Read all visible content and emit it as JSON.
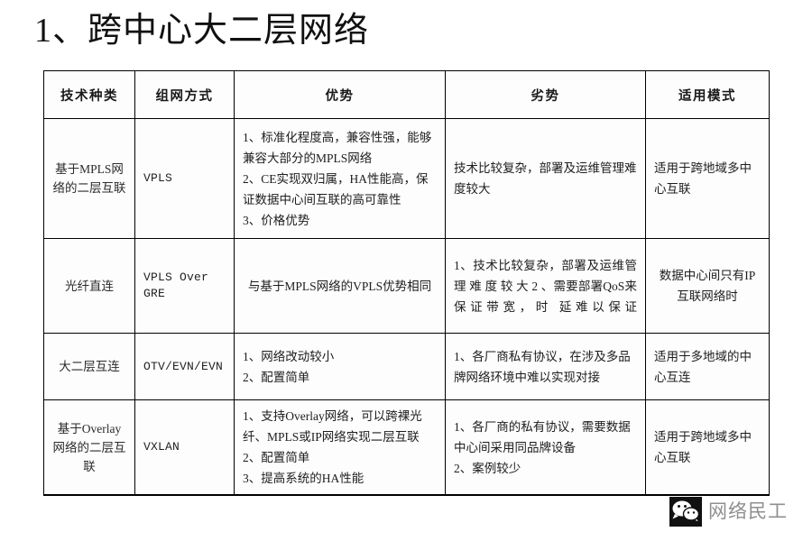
{
  "document": {
    "title": "1、跨中心大二层网络"
  },
  "table": {
    "headers": [
      "技术种类",
      "组网方式",
      "优势",
      "劣势",
      "适用模式"
    ],
    "rows": [
      {
        "kind": "基于MPLS网络的二层互联",
        "mode": "VPLS",
        "advantage": "1、标准化程度高，兼容性强，能够兼容大部分的MPLS网络\n2、CE实现双归属，HA性能高，保证数据中心间互联的高可靠性\n3、价格优势",
        "disadvantage": "技术比较复杂，部署及运维管理难度较大",
        "apply": "适用于跨地域多中心互联"
      },
      {
        "kind": "光纤直连",
        "mode": "VPLS Over GRE",
        "advantage": "与基于MPLS网络的VPLS优势相同",
        "disadvantage": "1、技术比较复杂，部署及运维管理 难 度 较 大  2 、需要部署QoS来保证带宽，时 延难以保证",
        "apply": "数据中心间只有IP互联网络时"
      },
      {
        "kind": "大二层互连",
        "mode": "OTV/EVN/EVN",
        "advantage": "1、网络改动较小\n2、配置简单",
        "disadvantage": "1、各厂商私有协议，在涉及多品牌网络环境中难以实现对接",
        "apply": "适用于多地域的中 心互连"
      },
      {
        "kind": "基于Overlay网络的二层互联",
        "mode": "VXLAN",
        "advantage": "1、支持Overlay网络，可以跨裸光纤、MPLS或IP网络实现二层互联\n2、配置简单\n3、提高系统的HA性能",
        "disadvantage": "1、各厂商的私有协议，需要数据中心间采用同品牌设备\n2、案例较少",
        "apply": "适用于跨地域多中心互联"
      }
    ]
  },
  "watermark": {
    "icon": "wechat-icon",
    "label": "网络民工"
  },
  "colors": {
    "page_background": "#ffffff",
    "table_border": "#000000",
    "text": "#1a1a1a",
    "watermark_text": "#8f8f8f",
    "watermark_badge": "#111111"
  }
}
